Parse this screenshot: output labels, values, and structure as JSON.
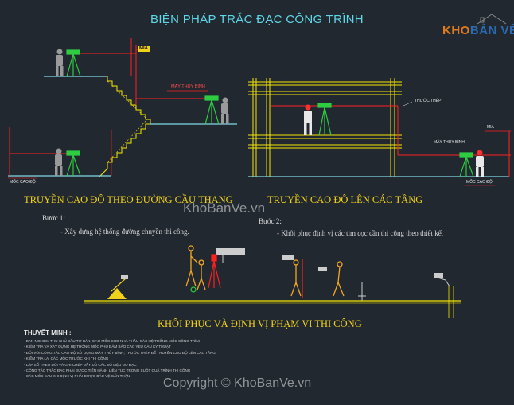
{
  "title": "BIỆN PHÁP TRẮC ĐẠC CÔNG TRÌNH",
  "logo": {
    "part1": "KHO",
    "part2": "BẢN VẼ"
  },
  "left_diagram": {
    "caption": "TRUYỀN CAO ĐỘ THEO ĐƯỜNG CẦU THANG",
    "label_mia": "MIA",
    "label_instrument": "MÁY THỦY BÌNH",
    "label_benchmark": "MỐC CAO ĐỘ"
  },
  "right_diagram": {
    "caption": "TRUYỀN CAO ĐỘ LÊN CÁC TẦNG",
    "label_tape": "THƯỚC THÉP",
    "label_instrument": "MÁY THỦY BÌNH",
    "label_mia": "MIA",
    "label_benchmark": "MỐC CAO ĐỘ"
  },
  "steps": {
    "step1_title": "Bước 1:",
    "step1_text": "- Xây dựng hệ thống đường chuyền thi công.",
    "step2_title": "Bước 2:",
    "step2_text": "- Khôi phục định vị các tim cọc cần thi công theo thiết kế."
  },
  "bottom_caption": "KHÔI PHỤC VÀ ĐỊNH VỊ PHẠM VI THI CÔNG",
  "notes": {
    "heading": "THUYẾT MINH :",
    "lines": [
      "- BAN NGHIỆM THU CHỦ ĐẦU TƯ BÀN GIAO MỐC CHO NHÀ THẦU CÁC HỆ THỐNG MỐC CÔNG TRÌNH",
      "- KIỂM TRA VÀ XÂY DỰNG HỆ THỐNG MỐC PHỤ ĐẢM BẢO CÁC YÊU CẦU KỸ THUẬT",
      "- ĐỐI VỚI CÔNG TÁC CAO ĐỘ SỬ DỤNG MÁY THỦY BÌNH, THƯỚC THÉP ĐỂ TRUYỀN CAO ĐỘ LÊN CÁC TẦNG",
      "- KIỂM TRA LẠI CÁC MỐC TRƯỚC KHI THI CÔNG",
      "- LẬP SỔ THEO DÕI VÀ GHI CHÉP ĐẦY ĐỦ CÁC SỐ LIỆU ĐO ĐẠC",
      "- CÔNG TÁC TRẮC ĐẠC PHẢI ĐƯỢC TIẾN HÀNH LIÊN TỤC TRONG SUỐT QUÁ TRÌNH THI CÔNG",
      "- CÁC MỐC SAU KHI ĐỊNH VỊ PHẢI ĐƯỢC BẢO VỆ CẨN THẬN"
    ]
  },
  "watermarks": {
    "center": "KhoBanVe.vn",
    "bottom": "Copyright © KhoBanVe.vn"
  },
  "colors": {
    "background": "#212830",
    "title": "#5fd6e6",
    "caption": "#f1d21a",
    "structure": "#ff2020",
    "ground": "#7fd9e8",
    "instrument": "#2ecc40",
    "building": "#f5e600"
  }
}
